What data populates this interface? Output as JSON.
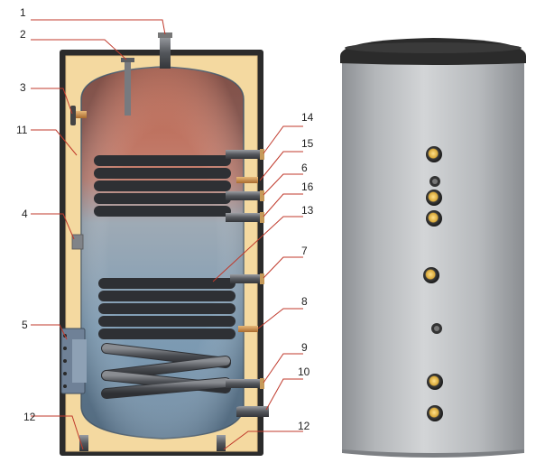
{
  "callouts": {
    "c1": "1",
    "c2": "2",
    "c3": "3",
    "c4": "4",
    "c5": "5",
    "c6": "6",
    "c7": "7",
    "c8": "8",
    "c9": "9",
    "c10": "10",
    "c11": "11",
    "c12a": "12",
    "c12b": "12",
    "c13": "13",
    "c14": "14",
    "c15": "15",
    "c16": "16"
  },
  "colors": {
    "leader_line": "#c0392b",
    "insulation": "#f4d9a0",
    "outer_casing": "#2b2b2b",
    "hot_water": "#b5604a",
    "cold_water": "#7d9bb4",
    "coil": "#4a4d52",
    "steel_jacket": "#b9bcbf"
  }
}
